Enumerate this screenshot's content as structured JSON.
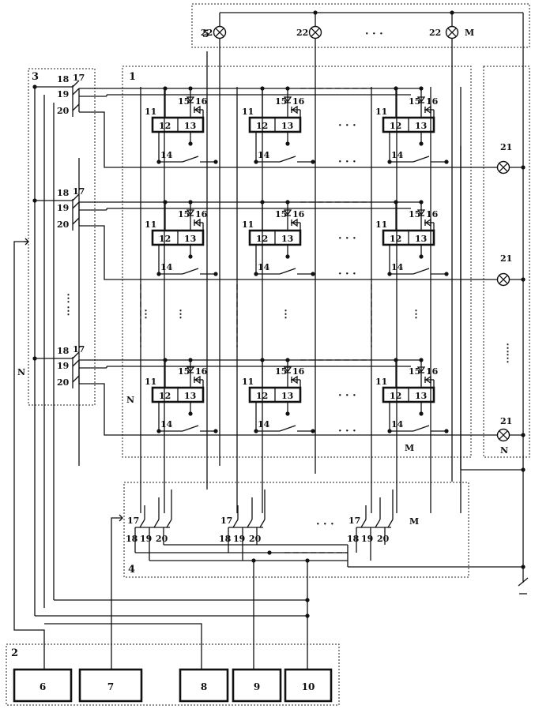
{
  "blocks": {
    "b1": "1",
    "b2": "2",
    "b3": "3",
    "b4": "4",
    "b5": "5",
    "b6": "6",
    "b7": "7",
    "b8": "8",
    "b9": "9",
    "b10": "10"
  },
  "cell": {
    "l11": "11",
    "l12": "12",
    "l13": "13",
    "l14": "14",
    "l15": "15",
    "l16": "16"
  },
  "switch": {
    "l17": "17",
    "l18": "18",
    "l19": "19",
    "l20": "20"
  },
  "lamps": {
    "l21": "21",
    "l22": "22"
  },
  "markers": {
    "n": "N",
    "m": "M",
    "ellipsis": "· · ·",
    "vdots": "⋮"
  }
}
